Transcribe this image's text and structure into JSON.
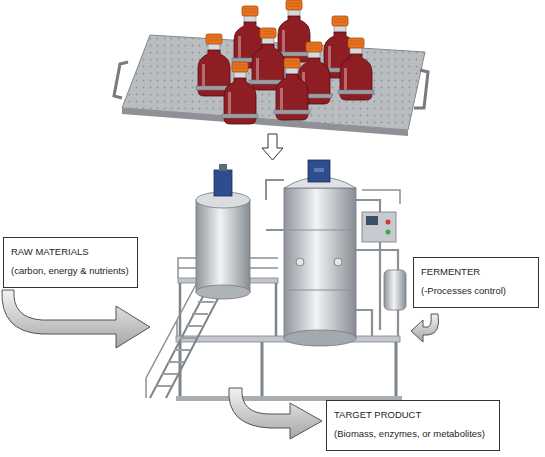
{
  "diagram": {
    "nodes": [
      {
        "text": [
          "RAW MATERIALS",
          "(carbon, energy & nutrients)"
        ]
      },
      {
        "text": [
          "FERMENTER",
          "(-Processes control)"
        ]
      },
      {
        "text": [
          "TARGET PRODUCT",
          "(Biomass, enzymes, or metabolites)"
        ]
      }
    ]
  }
}
